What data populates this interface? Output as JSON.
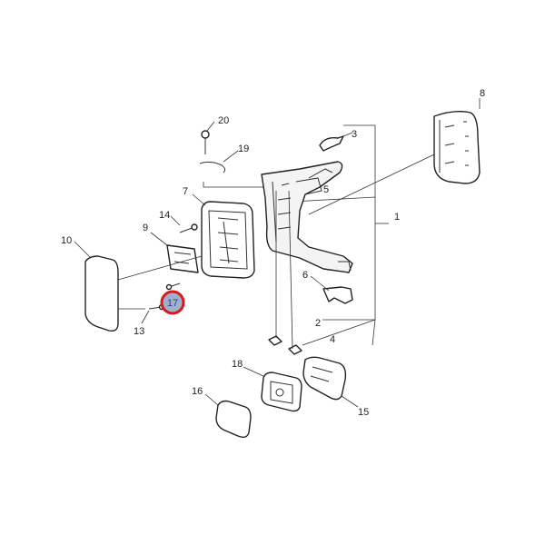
{
  "highlight": {
    "label": "17",
    "ring_color": "#d71920",
    "fill_color": "#9fb0cc",
    "text_color": "#2a3d8f"
  },
  "callouts": {
    "c1": "1",
    "c2": "2",
    "c3": "3",
    "c4": "4",
    "c5": "5",
    "c6": "6",
    "c7": "7",
    "c8": "8",
    "c9": "9",
    "c10": "10",
    "c13": "13",
    "c14": "14",
    "c15": "15",
    "c16": "16",
    "c18": "18",
    "c19": "19",
    "c20": "20"
  }
}
